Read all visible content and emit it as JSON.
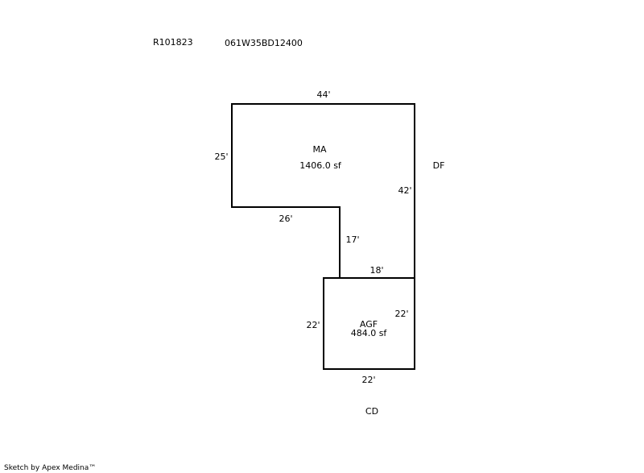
{
  "header": {
    "account_id": "R101823",
    "map_tax_lot": "061W35BD12400"
  },
  "areas": [
    {
      "label": "MA",
      "area": "1406.0 sf",
      "dimensions": [
        "44'",
        "25'",
        "26'",
        "17'",
        "18'",
        "42'"
      ]
    },
    {
      "label": "AGF",
      "area": "484.0 sf",
      "dimensions": [
        "22'",
        "22'",
        "22'"
      ]
    }
  ],
  "external_labels": {
    "right": "DF",
    "bottom": "CD"
  },
  "footer": {
    "credit": "Sketch by Apex Medina™"
  }
}
